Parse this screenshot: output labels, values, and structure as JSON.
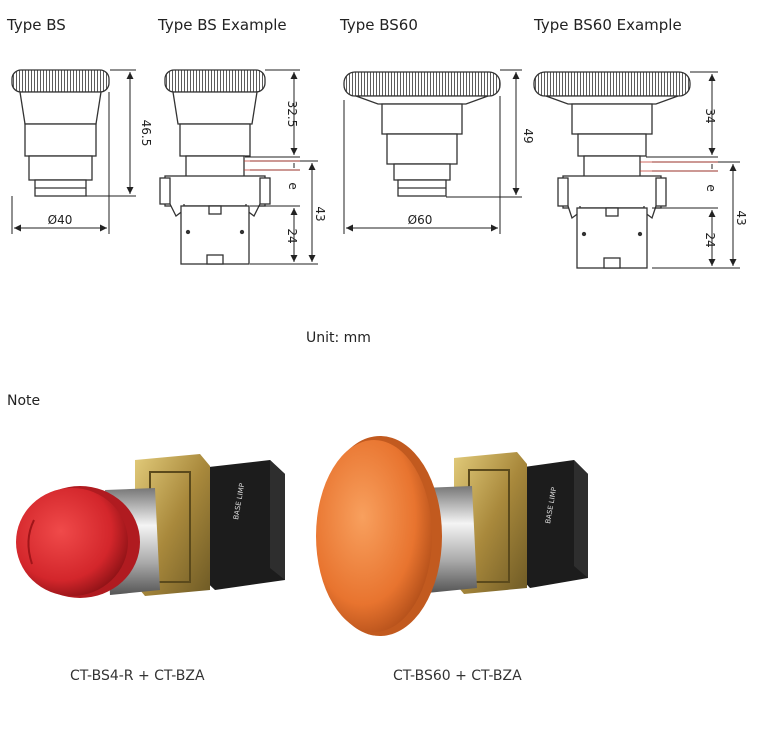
{
  "titles": {
    "type_bs": "Type BS",
    "type_bs_example": "Type BS Example",
    "type_bs60": "Type BS60",
    "type_bs60_example": "Type BS60 Example"
  },
  "dimensions": {
    "bs_height": "46.5",
    "bs_diameter": "Ø40",
    "bs_ex_top": "32.5",
    "bs_ex_e": "e",
    "bs_ex_bottom": "24",
    "bs_ex_total": "43",
    "bs60_height": "49",
    "bs60_diameter": "Ø60",
    "bs60_ex_top": "34",
    "bs60_ex_e": "e",
    "bs60_ex_bottom": "24",
    "bs60_ex_total": "43"
  },
  "unit_label": "Unit: mm",
  "note_label": "Note",
  "captions": {
    "left": "CT-BS4-R + CT-BZA",
    "right": "CT-BS60 + CT-BZA"
  },
  "colors": {
    "red_cap": "#d3262b",
    "orange_cap": "#e8742f",
    "brass": "#b99a4a",
    "block": "#1c1c1c"
  }
}
